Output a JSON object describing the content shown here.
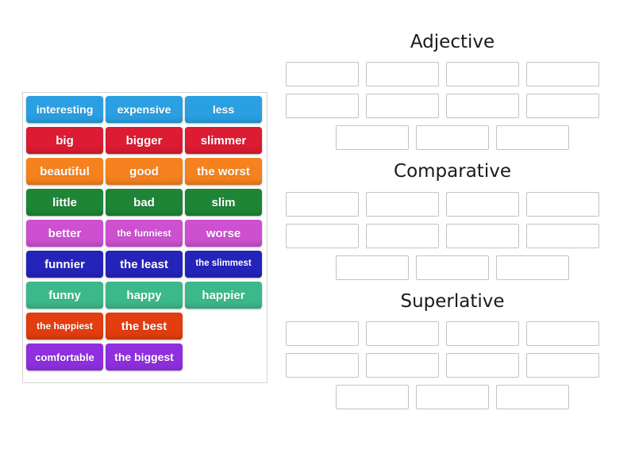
{
  "app": {
    "type": "drag-and-drop-sorting-activity",
    "title": "Adjective Comparative Superlative sorting"
  },
  "palette": {
    "blue": "#2aa0e2",
    "red": "#dd1b32",
    "orange": "#f5821f",
    "green_dark": "#1e8537",
    "magenta": "#cc50d0",
    "blue_dark": "#2424bb",
    "emerald": "#3cb98a",
    "red_orange": "#e33d10",
    "purple": "#8f2fe0",
    "slot_border": "#c3c3c3",
    "pool_border": "#d4d4d4",
    "tile_text": "#ffffff",
    "title_text": "#1a1a1a"
  },
  "tile_pool": {
    "name": "draggable-word-tiles",
    "rows": [
      [
        {
          "label": "interesting",
          "color": "#2aa0e2",
          "size": "s14"
        },
        {
          "label": "expensive",
          "color": "#2aa0e2",
          "size": "s14"
        },
        {
          "label": "less",
          "color": "#2aa0e2",
          "size": "s14"
        }
      ],
      [
        {
          "label": "big",
          "color": "#dd1b32",
          "size": "s15"
        },
        {
          "label": "bigger",
          "color": "#dd1b32",
          "size": "s15"
        },
        {
          "label": "slimmer",
          "color": "#dd1b32",
          "size": "s15"
        }
      ],
      [
        {
          "label": "beautiful",
          "color": "#f5821f",
          "size": "s15"
        },
        {
          "label": "good",
          "color": "#f5821f",
          "size": "s15"
        },
        {
          "label": "the worst",
          "color": "#f5821f",
          "size": "s15"
        }
      ],
      [
        {
          "label": "little",
          "color": "#1e8537",
          "size": "s15"
        },
        {
          "label": "bad",
          "color": "#1e8537",
          "size": "s15"
        },
        {
          "label": "slim",
          "color": "#1e8537",
          "size": "s15"
        }
      ],
      [
        {
          "label": "better",
          "color": "#cc50d0",
          "size": "s15"
        },
        {
          "label": "the funniest",
          "color": "#cc50d0",
          "size": "s12"
        },
        {
          "label": "worse",
          "color": "#cc50d0",
          "size": "s15"
        }
      ],
      [
        {
          "label": "funnier",
          "color": "#2424bb",
          "size": "s15"
        },
        {
          "label": "the least",
          "color": "#2424bb",
          "size": "s15"
        },
        {
          "label": "the slimmest",
          "color": "#2424bb",
          "size": "s115"
        }
      ],
      [
        {
          "label": "funny",
          "color": "#3cb98a",
          "size": "s15"
        },
        {
          "label": "happy",
          "color": "#3cb98a",
          "size": "s15"
        },
        {
          "label": "happier",
          "color": "#3cb98a",
          "size": "s15"
        }
      ],
      [
        {
          "label": "the happiest",
          "color": "#e33d10",
          "size": "s12"
        },
        {
          "label": "the best",
          "color": "#e33d10",
          "size": "s15"
        },
        {
          "label": "",
          "color": "",
          "size": "blank"
        }
      ],
      [
        {
          "label": "comfortable",
          "color": "#8f2fe0",
          "size": "s13"
        },
        {
          "label": "the biggest",
          "color": "#8f2fe0",
          "size": "s14"
        },
        {
          "label": "",
          "color": "",
          "size": "blank"
        }
      ]
    ]
  },
  "groups": [
    {
      "id": "adjective",
      "title": "Adjective",
      "slot_rows": [
        4,
        4,
        3
      ],
      "filled": []
    },
    {
      "id": "comparative",
      "title": "Comparative",
      "slot_rows": [
        4,
        4,
        3
      ],
      "filled": []
    },
    {
      "id": "superlative",
      "title": "Superlative",
      "slot_rows": [
        4,
        4,
        3
      ],
      "filled": []
    }
  ]
}
